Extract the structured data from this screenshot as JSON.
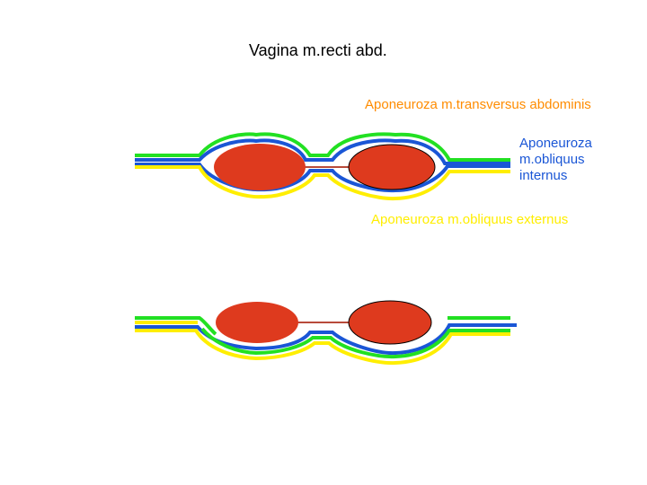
{
  "title": "Vagina m.recti abd.",
  "labels": {
    "transversus": "Aponeuroza m.transversus abdominis",
    "internus": [
      "Aponeuroza",
      "m.obliquus",
      "internus"
    ],
    "externus": "Aponeuroza m.obliquus externus"
  },
  "colors": {
    "transversus": "#ff8c00",
    "internus": "#1a56d6",
    "externus": "#ffee00",
    "green_layer": "#22e022",
    "muscle_fill": "#de3a1e",
    "linea_alba": "#b84a3a"
  }
}
